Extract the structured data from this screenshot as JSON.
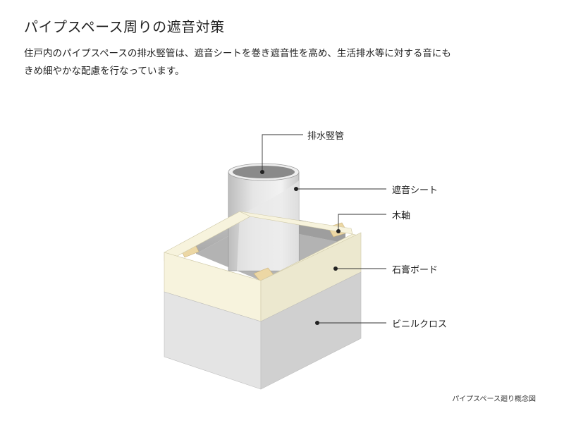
{
  "header": {
    "title": "パイプスペース周りの遮音対策",
    "desc_line1": "住戸内のパイプスペースの排水竪管は、遮音シートを巻き遮音性を高め、生活排水等に対する音にも",
    "desc_line2": "きめ細やかな配慮を行なっています。"
  },
  "diagram": {
    "labels": {
      "drain_pipe": "排水竪管",
      "sound_sheet": "遮音シート",
      "wood_frame": "木軸",
      "gypsum_board": "石膏ボード",
      "vinyl_cloth": "ビニルクロス"
    },
    "caption": "パイプスペース廻り概念図"
  },
  "colors": {
    "cloth_front": "#e4e4e4",
    "cloth_side": "#d0d0d0",
    "board_front": "#f7f3dd",
    "board_side": "#ece8cf",
    "wood": "#ecd7a4",
    "pipe": "#d9d9d9",
    "pipe_inner": "#8a8a8a",
    "leader": "#333333"
  }
}
